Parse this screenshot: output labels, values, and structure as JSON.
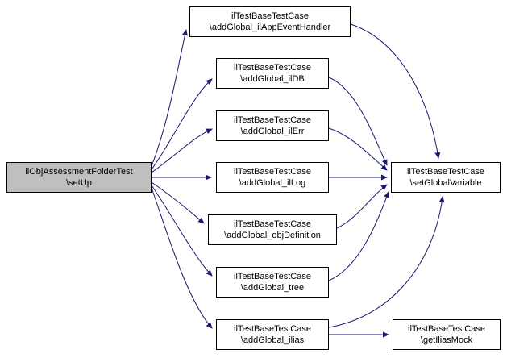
{
  "diagram": {
    "nodes": [
      {
        "id": "setup",
        "class": "ilObjAssessmentFolderTest",
        "method": "\\setUp",
        "highlighted": true
      },
      {
        "id": "addGlobal_ilAppEventHandler",
        "class": "ilTestBaseTestCase",
        "method": "\\addGlobal_ilAppEventHandler",
        "highlighted": false
      },
      {
        "id": "addGlobal_ilDB",
        "class": "ilTestBaseTestCase",
        "method": "\\addGlobal_ilDB",
        "highlighted": false
      },
      {
        "id": "addGlobal_ilErr",
        "class": "ilTestBaseTestCase",
        "method": "\\addGlobal_ilErr",
        "highlighted": false
      },
      {
        "id": "addGlobal_ilLog",
        "class": "ilTestBaseTestCase",
        "method": "\\addGlobal_ilLog",
        "highlighted": false
      },
      {
        "id": "addGlobal_objDefinition",
        "class": "ilTestBaseTestCase",
        "method": "\\addGlobal_objDefinition",
        "highlighted": false
      },
      {
        "id": "addGlobal_tree",
        "class": "ilTestBaseTestCase",
        "method": "\\addGlobal_tree",
        "highlighted": false
      },
      {
        "id": "addGlobal_ilias",
        "class": "ilTestBaseTestCase",
        "method": "\\addGlobal_ilias",
        "highlighted": false
      },
      {
        "id": "setGlobalVariable",
        "class": "ilTestBaseTestCase",
        "method": "\\setGlobalVariable",
        "highlighted": false
      },
      {
        "id": "getIliasMock",
        "class": "ilTestBaseTestCase",
        "method": "\\getIliasMock",
        "highlighted": false
      }
    ],
    "edges": [
      {
        "from": "setup",
        "to": "addGlobal_ilAppEventHandler"
      },
      {
        "from": "setup",
        "to": "addGlobal_ilDB"
      },
      {
        "from": "setup",
        "to": "addGlobal_ilErr"
      },
      {
        "from": "setup",
        "to": "addGlobal_ilLog"
      },
      {
        "from": "setup",
        "to": "addGlobal_objDefinition"
      },
      {
        "from": "setup",
        "to": "addGlobal_tree"
      },
      {
        "from": "setup",
        "to": "addGlobal_ilias"
      },
      {
        "from": "addGlobal_ilAppEventHandler",
        "to": "setGlobalVariable"
      },
      {
        "from": "addGlobal_ilDB",
        "to": "setGlobalVariable"
      },
      {
        "from": "addGlobal_ilErr",
        "to": "setGlobalVariable"
      },
      {
        "from": "addGlobal_ilLog",
        "to": "setGlobalVariable"
      },
      {
        "from": "addGlobal_objDefinition",
        "to": "setGlobalVariable"
      },
      {
        "from": "addGlobal_tree",
        "to": "setGlobalVariable"
      },
      {
        "from": "addGlobal_ilias",
        "to": "setGlobalVariable"
      },
      {
        "from": "addGlobal_ilias",
        "to": "getIliasMock"
      }
    ]
  },
  "colors": {
    "edge": "#191970",
    "node_border": "#000000",
    "node_fill": "#ffffff",
    "highlight_fill": "#bfbfbf",
    "text": "#000000"
  }
}
